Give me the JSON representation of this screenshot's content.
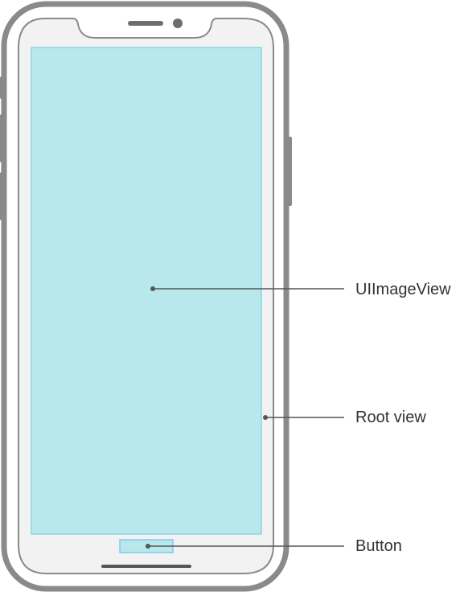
{
  "labels": {
    "image_view": "UIImageView",
    "root_view": "Root view",
    "button": "Button"
  },
  "colors": {
    "device_frame": "#8a8a8a",
    "screen_background": "#f2f2f2",
    "image_view_fill": "#b8e8ec",
    "image_view_stroke": "#8fd3e6",
    "button_fill": "#b8e8ec",
    "button_stroke": "#7fcbe6",
    "callout_line": "#555555",
    "label_text": "#333333"
  },
  "icons": {
    "speaker": "speaker-grille-icon",
    "camera": "front-camera-icon",
    "home_indicator": "home-indicator-icon"
  }
}
